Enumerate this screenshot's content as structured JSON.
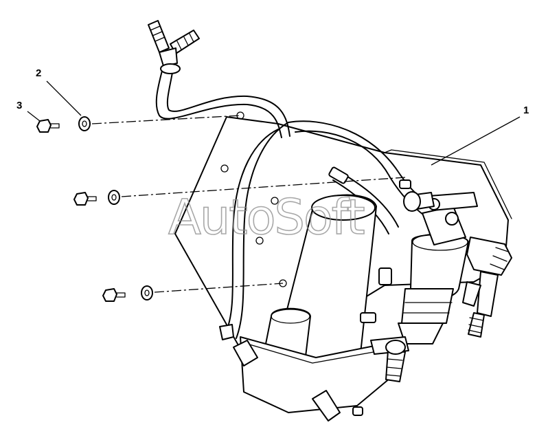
{
  "callouts": [
    {
      "id": "item-1",
      "text": "1"
    },
    {
      "id": "item-2",
      "text": "2"
    },
    {
      "id": "item-3",
      "text": "3"
    }
  ],
  "watermark": {
    "text": "AutoSoft"
  }
}
